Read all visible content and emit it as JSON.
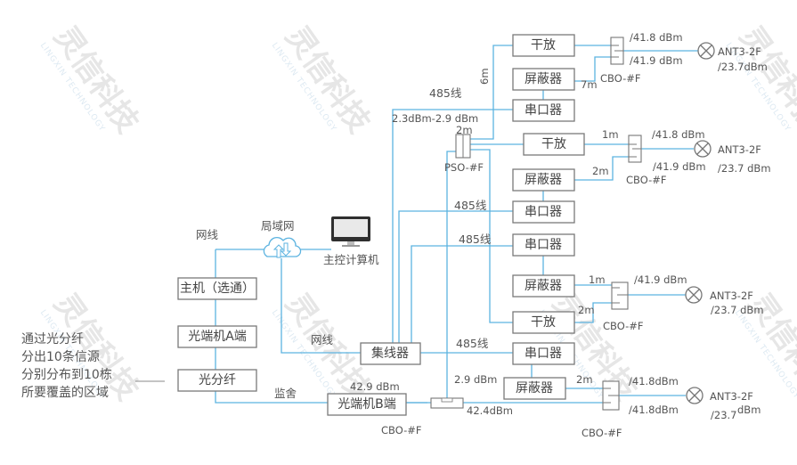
{
  "watermark": {
    "brand": "灵信科技",
    "en": "LINGXIN TECHNOLOGY"
  },
  "left": {
    "note_lines": [
      "通过光分纤",
      "分出10条信源",
      "分别分布到10栋",
      "所要覆盖的区域"
    ],
    "host": "主机（选通）",
    "opt_a": "光端机A端",
    "splitter": "光分纤",
    "net_label": "网线",
    "lan_label": "局域网",
    "pc_label": "主控计算机",
    "net_label2": "网线",
    "hub": "集线器",
    "dorm_label": "监舍",
    "opt_b": "光端机B端",
    "opt_b_power": "42.9 dBm",
    "coupler_label": "CBO-#F",
    "trunk_power": "42.4dBm"
  },
  "groups": [
    {
      "amp": "干放",
      "shield": "屏蔽器",
      "serial": "串口器",
      "wire_485": "485线",
      "feed_power": "2.3dBm-2.9 dBm",
      "len_a": "6m",
      "len_b": "7m",
      "len_c": "2m",
      "comb_label": "CBO-#F",
      "p1": "/41.8 dBm",
      "p2": "/41.9 dBm",
      "ant": "ANT3-2F",
      "ant_power": "/23.7dBm"
    },
    {
      "amp": "干放",
      "shield": "屏蔽器",
      "serial": "串口器",
      "splitter_label": "PSO-#F",
      "wire_485": "485线",
      "len_a": "1m",
      "len_b": "2m",
      "comb_label": "CBO-#F",
      "p1": "/41.8 dBm",
      "p2": "/41.9 dBm",
      "ant": "ANT3-2F",
      "ant_power": "/23.7 dBm"
    },
    {
      "serial": "串口器",
      "shield": "屏蔽器",
      "amp": "干放",
      "wire_485": "485线",
      "len_a": "1m",
      "len_b": "2m",
      "comb_label": "CBO-#F",
      "p1": "/41.9 dBm",
      "ant": "ANT3-2F",
      "ant_power": "/23.7 dBm"
    },
    {
      "serial": "串口器",
      "shield": "屏蔽器",
      "wire_485": "485线",
      "feed_power": "2.9 dBm",
      "len_a": "2m",
      "comb_label": "CBO-#F",
      "p1": "/41.8dBm",
      "p2": "/41.8dBm",
      "ant": "ANT3-2F",
      "ant_power": "/23.7",
      "ant_power_unit": "dBm"
    }
  ]
}
